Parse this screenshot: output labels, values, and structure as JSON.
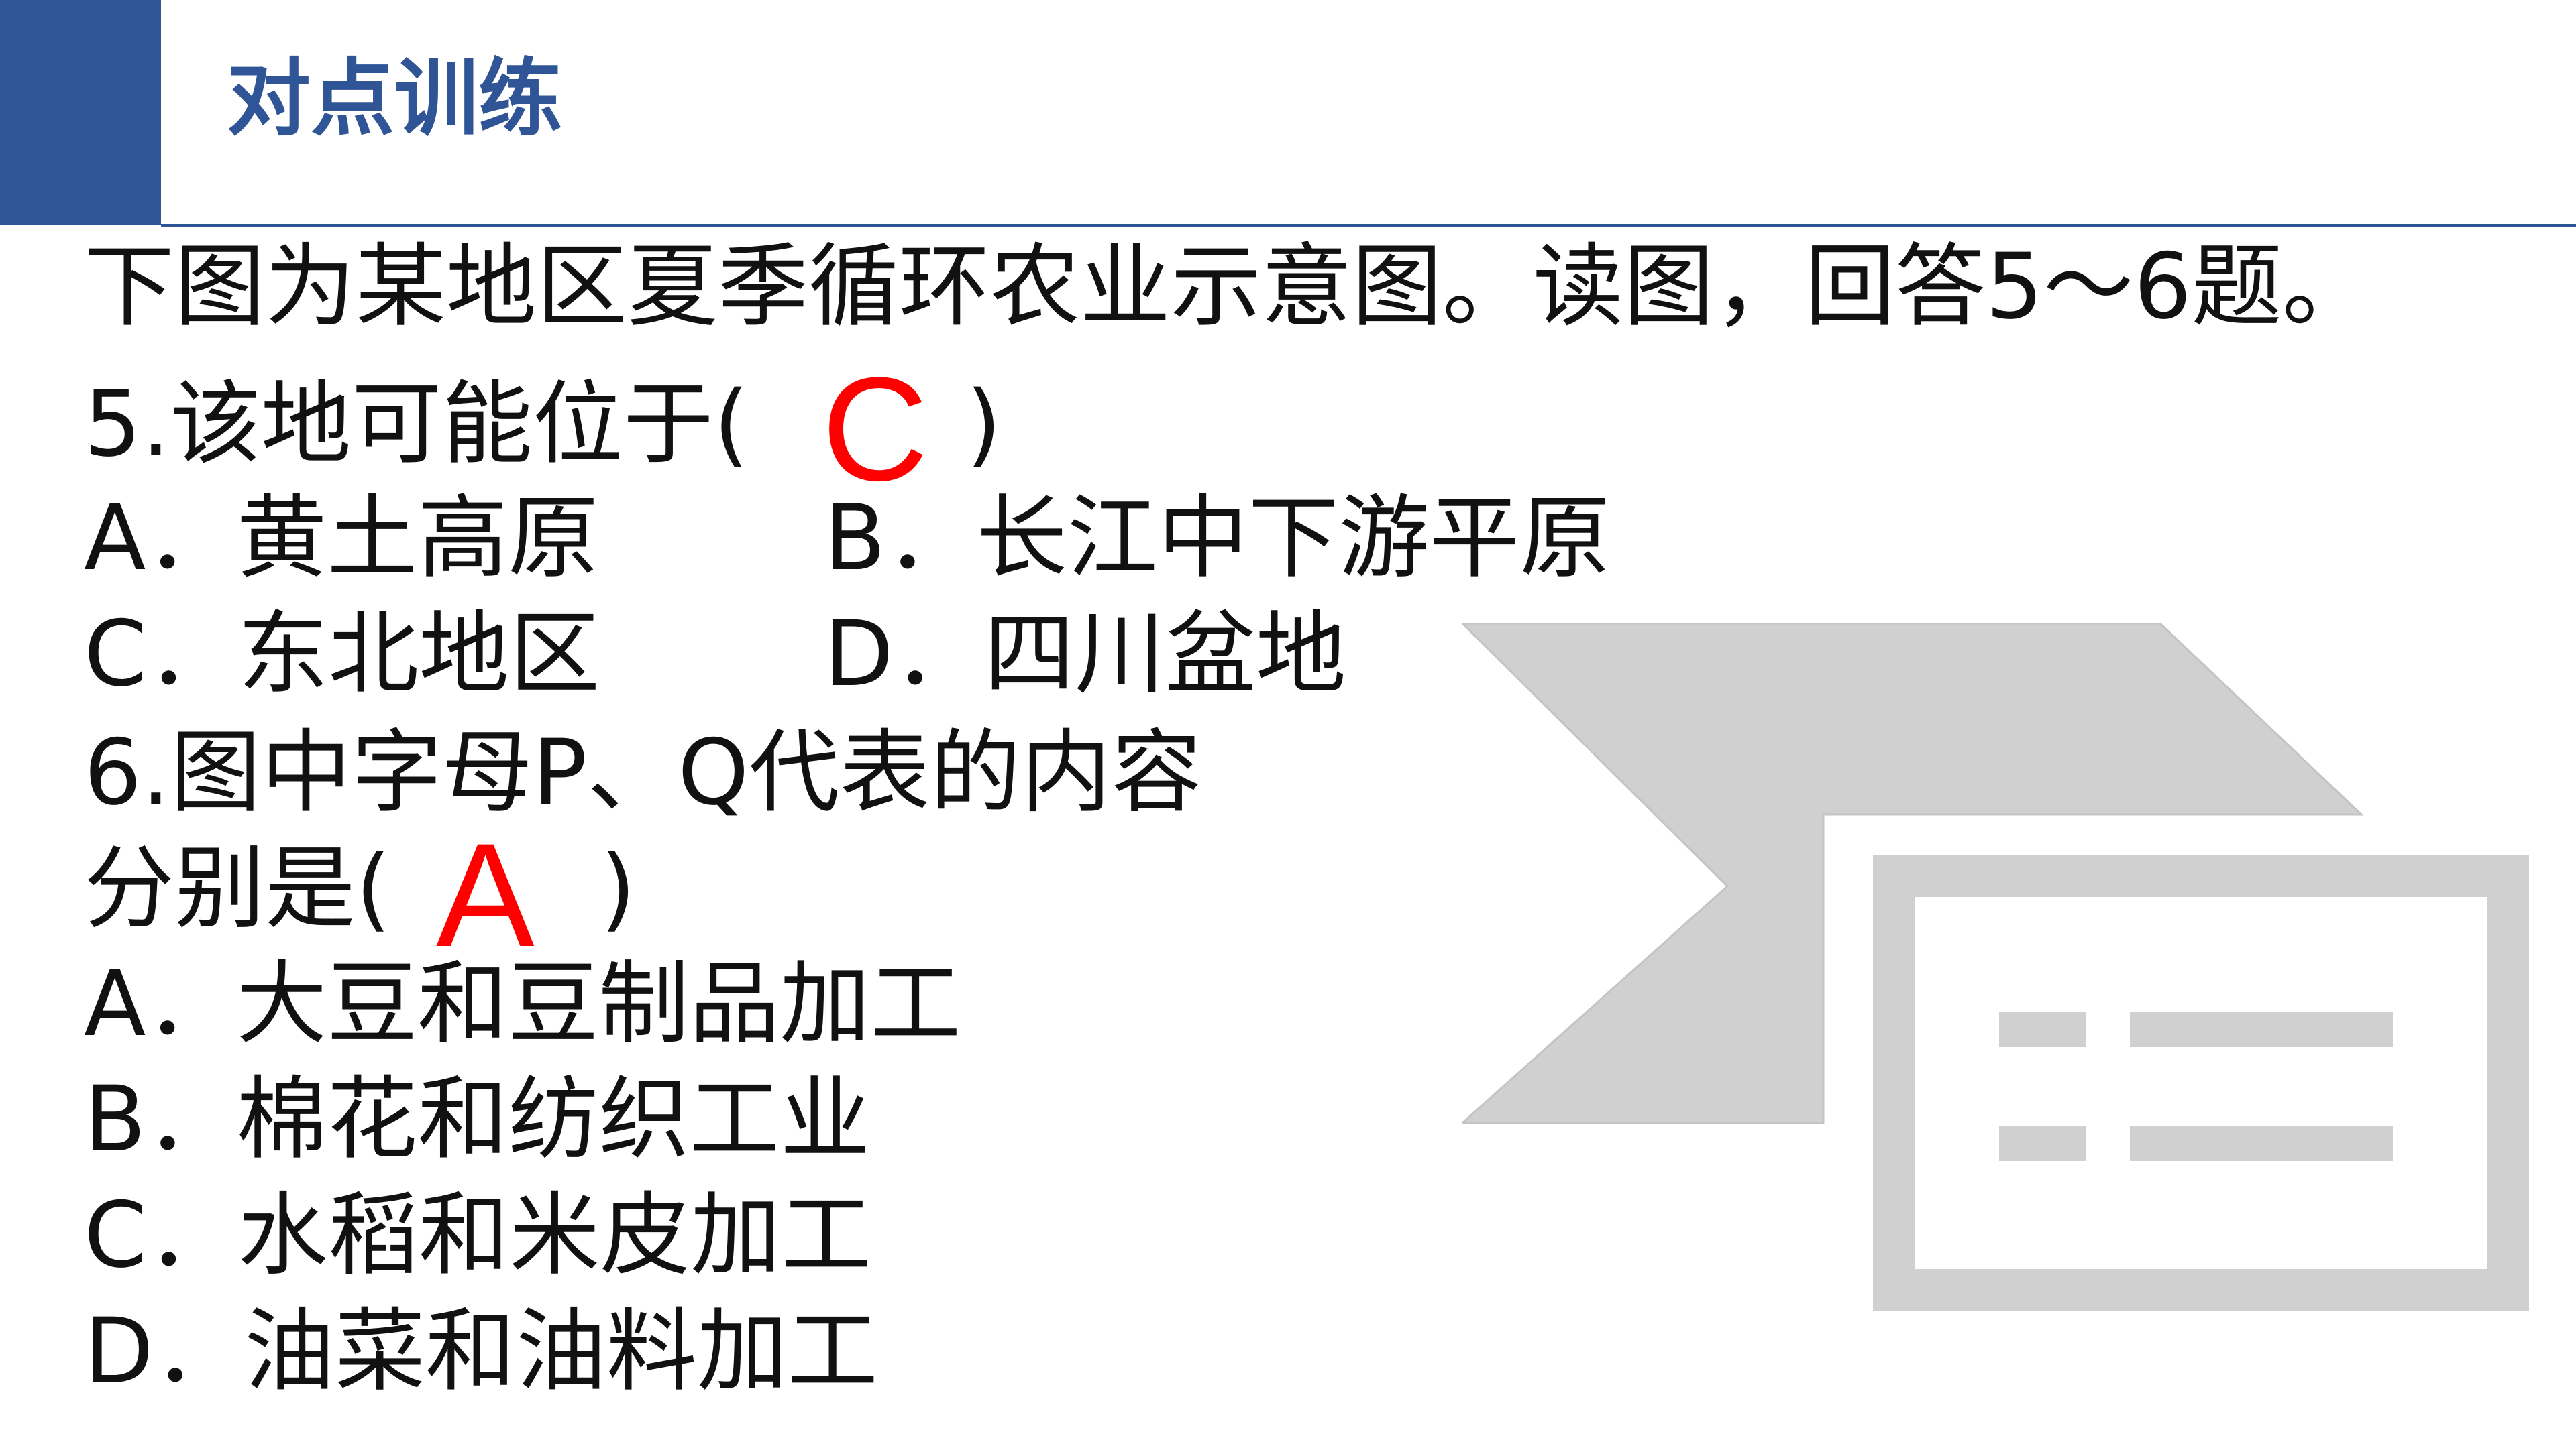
{
  "header": {
    "title": "对点训练"
  },
  "intro": "下图为某地区夏季循环农业示意图。读图，回答5～6题。",
  "q5": {
    "stem_open": "5.该地可能位于(",
    "answer": "C",
    "stem_close": ")",
    "options": {
      "A": "A．黄土高原",
      "B": "B．长江中下游平原",
      "C": "C．东北地区",
      "D": "D．四川盆地"
    }
  },
  "q6": {
    "stem_line1": "6.图中字母P、Q代表的内容",
    "stem_open": "分别是(",
    "answer": "A",
    "stem_close": ")",
    "options": {
      "A": "A．大豆和豆制品加工",
      "B": "B．棉花和纺织工业",
      "C": "C．水稻和米皮加工",
      "D": "D．油菜和油料加工"
    }
  },
  "colors": {
    "brand_blue": "#2f5597",
    "answer_red": "#ff0000",
    "placeholder_gray": "#d0d0d0"
  },
  "placeholder_icon": "slide-picture-placeholder-icon"
}
